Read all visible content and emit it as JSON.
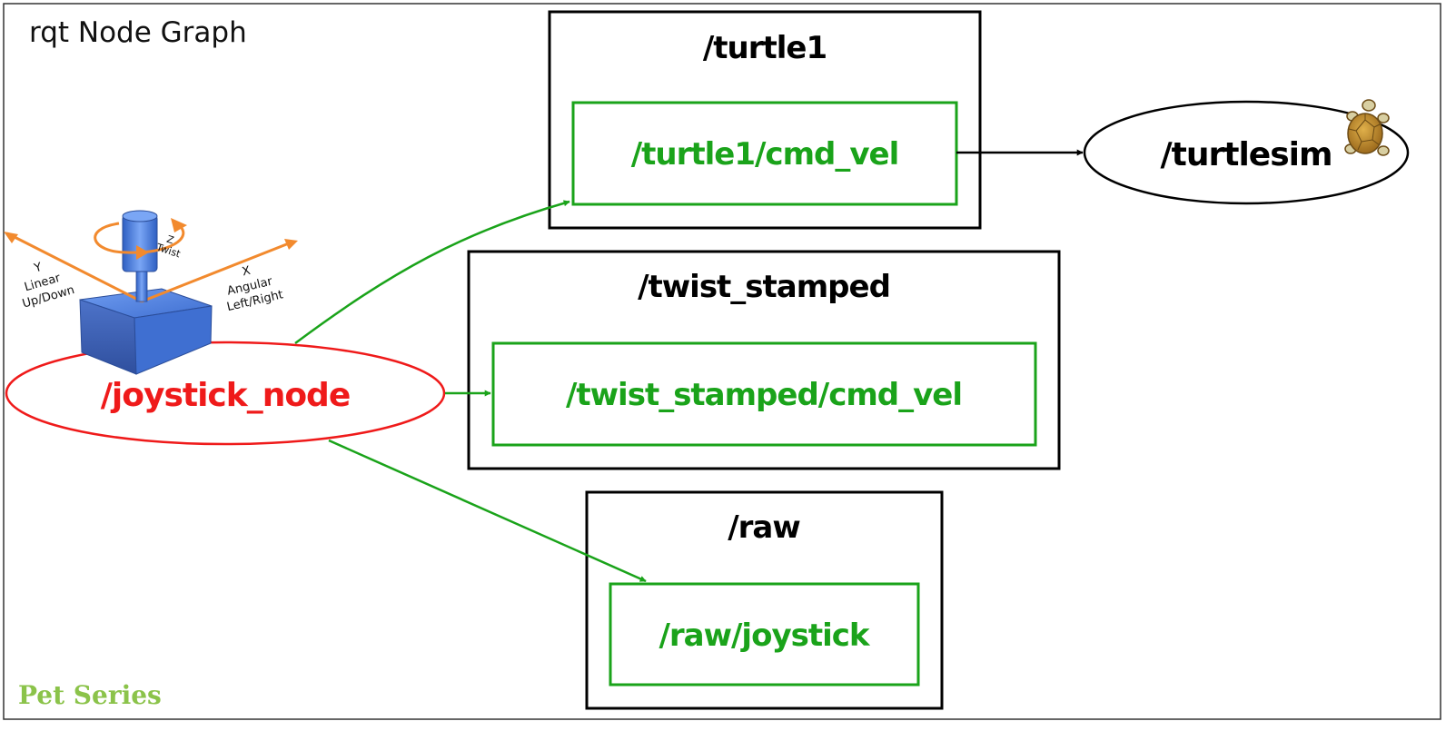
{
  "window": {
    "title": "rqt Node Graph"
  },
  "nodes": {
    "joystick": {
      "label": "/joystick_node",
      "color": "#ef1a1a"
    },
    "turtlesim": {
      "label": "/turtlesim",
      "color": "#000000"
    }
  },
  "groups": [
    {
      "label": "/turtle1",
      "topic": "/turtle1/cmd_vel"
    },
    {
      "label": "/twist_stamped",
      "topic": "/twist_stamped/cmd_vel"
    },
    {
      "label": "/raw",
      "topic": "/raw/joystick"
    }
  ],
  "joystick_icon": {
    "axes": {
      "y": [
        "Y",
        "Linear",
        "Up/Down"
      ],
      "x": [
        "X",
        "Angular",
        "Left/Right"
      ],
      "z": [
        "Z",
        "Twist"
      ]
    }
  },
  "icons": {
    "joystick": "joystick-icon",
    "turtle": "turtle-icon"
  },
  "colors": {
    "topic_green": "#1aa31a",
    "node_red": "#ef1a1a",
    "axis_orange": "#f28a2e",
    "joystick_blue": "#3f6fd1",
    "brand_green": "#8bc34a"
  },
  "footer": {
    "brand": "Pet Series"
  }
}
